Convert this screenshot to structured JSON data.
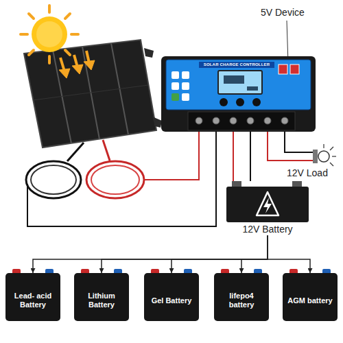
{
  "diagram": {
    "nodes": [
      {
        "text": [
          "SOLAR CHARGE CONTROLLER"
        ]
      },
      {
        "text": [
          "12V Battery"
        ]
      },
      {
        "text": [
          "Lead- acid Battery"
        ]
      },
      {
        "text": [
          "Lithium Battery"
        ]
      },
      {
        "text": [
          "Gel Battery"
        ]
      },
      {
        "text": [
          "lifepo4 battery"
        ]
      },
      {
        "text": [
          "AGM battery"
        ]
      }
    ],
    "edges": [
      {
        "from": 0,
        "to": 1,
        "arrow": "none"
      },
      {
        "from": 0,
        "to": 1,
        "arrow": "none"
      },
      {
        "from": 1,
        "to": 2,
        "arrow": "to"
      },
      {
        "from": 1,
        "to": 3,
        "arrow": "to"
      },
      {
        "from": 1,
        "to": 4,
        "arrow": "to"
      },
      {
        "from": 1,
        "to": 5,
        "arrow": "to"
      },
      {
        "from": 1,
        "to": 6,
        "arrow": "to"
      }
    ],
    "labels": [
      "5V Device",
      "12V Load"
    ]
  }
}
